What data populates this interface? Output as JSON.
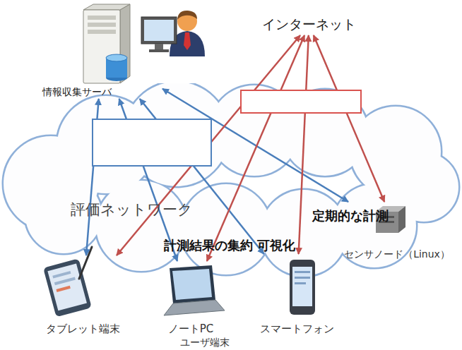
{
  "diagram": {
    "nodes": [
      {
        "text": [
          "情報収集サーバ"
        ]
      },
      {
        "text": [
          "インターネット"
        ]
      },
      {
        "text": [
          "評価ネットワーク"
        ]
      },
      {
        "text": [
          "定期的な計測"
        ],
        "in": 2
      },
      {
        "text": [
          "計測結果の集約 可視化"
        ],
        "in": 2
      },
      {
        "text": [
          "タブレット端末"
        ]
      },
      {
        "text": [
          "ノートPC"
        ]
      },
      {
        "text": [
          "スマートフォン"
        ]
      },
      {
        "text": [
          "センサノード（Linux）"
        ]
      }
    ],
    "edges": [
      {
        "from": 0,
        "to": 5,
        "arrow": "both"
      },
      {
        "from": 0,
        "to": 6,
        "arrow": "both"
      },
      {
        "from": 0,
        "to": 7,
        "arrow": "both"
      },
      {
        "from": 0,
        "to": 8,
        "arrow": "both"
      },
      {
        "from": 1,
        "to": 5,
        "arrow": "both"
      },
      {
        "from": 1,
        "to": 6,
        "arrow": "both"
      },
      {
        "from": 1,
        "to": 7,
        "arrow": "both"
      },
      {
        "from": 1,
        "to": 8,
        "arrow": "both"
      }
    ],
    "labels": [
      "ユーザ端末"
    ]
  }
}
